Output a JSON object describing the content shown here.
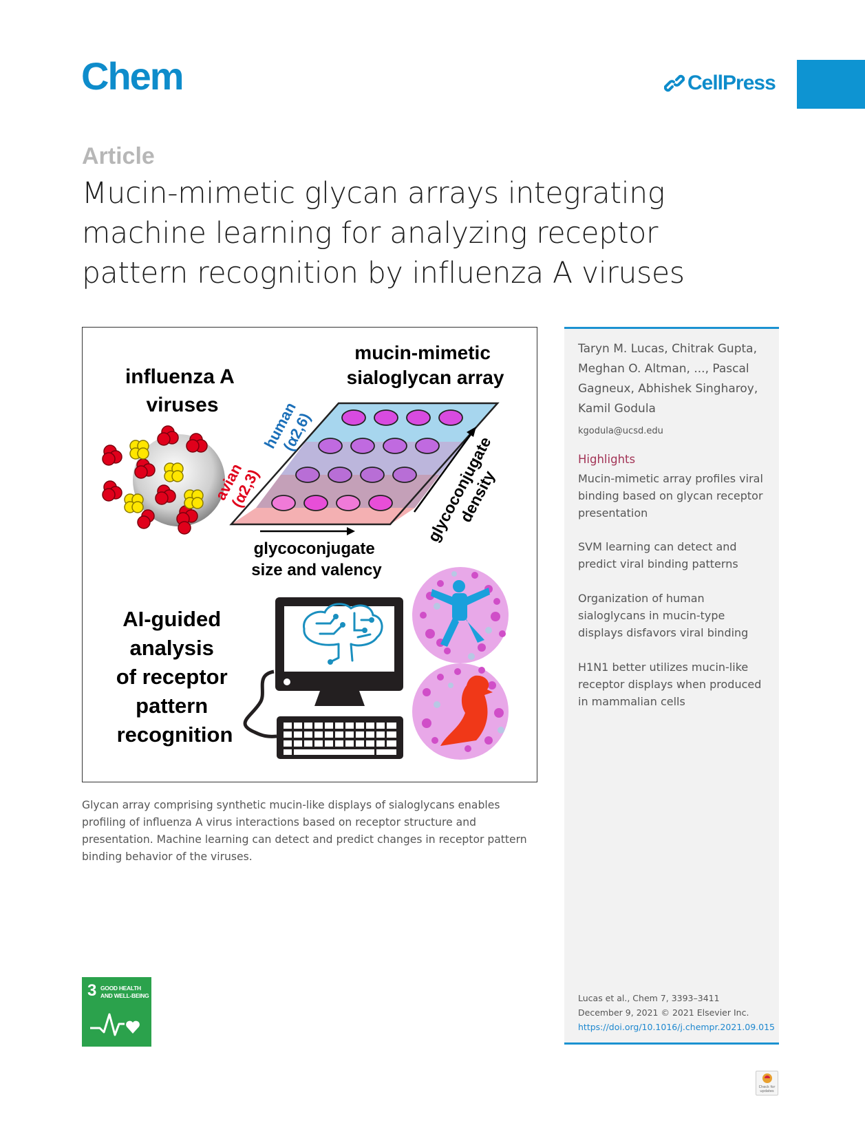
{
  "header": {
    "journal": "Chem",
    "publisher": "CellPress"
  },
  "article_type": "Article",
  "title_lines": [
    "Mucin-mimetic glycan arrays integrating",
    "machine learning for analyzing receptor",
    "pattern recognition by influenza A viruses"
  ],
  "graphical_abstract": {
    "virus_label": [
      "influenza A",
      "viruses"
    ],
    "array_label": [
      "mucin-mimetic",
      "sialoglycan array"
    ],
    "human_label": [
      "human",
      "(α2,6)"
    ],
    "avian_label": [
      "avian",
      "(α2,3)"
    ],
    "density_label": [
      "glycoconjugate",
      "density"
    ],
    "size_label": [
      "glycoconjugate",
      "size and valency"
    ],
    "ai_label": [
      "AI-guided",
      "analysis",
      "of receptor",
      "pattern",
      "recognition"
    ]
  },
  "caption": "Glycan array comprising synthetic mucin-like displays of sialoglycans enables profiling of influenza A virus interactions based on receptor structure and presentation. Machine learning can detect and predict changes in receptor pattern binding behavior of the viruses.",
  "sidebar": {
    "authors_lines": [
      "Taryn M. Lucas, Chitrak Gupta,",
      "Meghan O. Altman, ..., Pascal",
      "Gagneux, Abhishek Singharoy,",
      "Kamil Godula"
    ],
    "email": "kgodula@ucsd.edu",
    "highlights_heading": "Highlights",
    "highlights": [
      [
        "Mucin-mimetic array profiles viral",
        "binding based on glycan receptor",
        "presentation"
      ],
      [
        "SVM learning can detect and",
        "predict viral binding patterns"
      ],
      [
        "Organization of human",
        "sialoglycans in mucin-type",
        "displays disfavors viral binding"
      ],
      [
        "H1N1 better utilizes mucin-like",
        "receptor displays when produced",
        "in mammalian cells"
      ]
    ],
    "citation": {
      "line1": "Lucas et al., Chem 7, 3393–3411",
      "line2": "December 9, 2021 © 2021 Elsevier Inc.",
      "doi": "https://doi.org/10.1016/j.chempr.2021.09.015"
    }
  },
  "sdg": {
    "number": "3",
    "line1": "GOOD HEALTH",
    "line2": "AND WELL-BEING"
  },
  "check_updates": {
    "line1": "Check for",
    "line2": "updates"
  }
}
